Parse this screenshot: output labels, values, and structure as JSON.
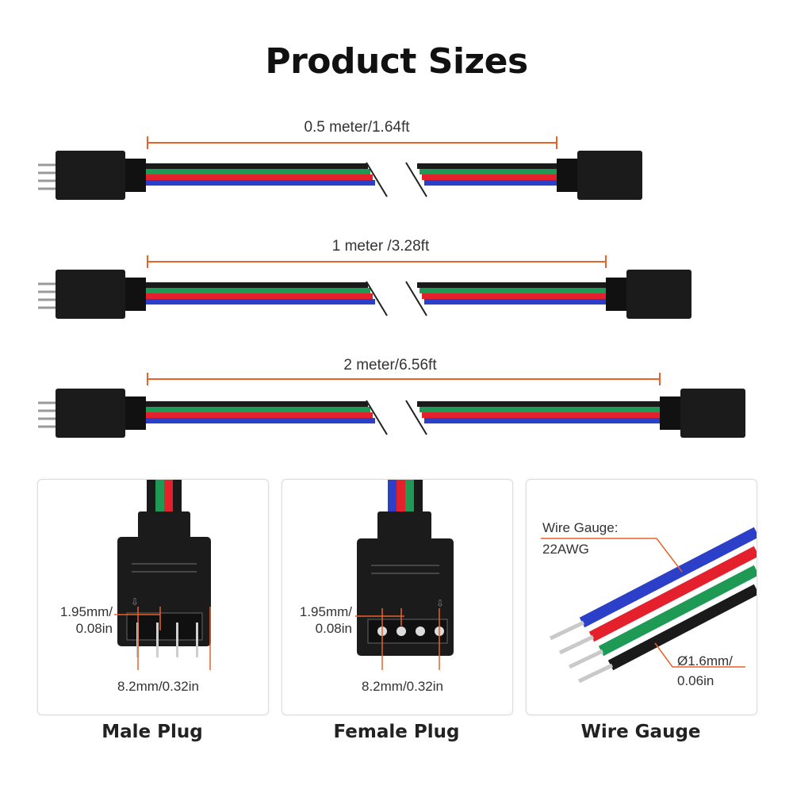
{
  "title": "Product Sizes",
  "cables": [
    {
      "length_label": "0.5 meter/1.64ft"
    },
    {
      "length_label": "1 meter /3.28ft"
    },
    {
      "length_label": "2 meter/6.56ft"
    }
  ],
  "panels": [
    {
      "caption": "Male Plug",
      "pitch_label_line1": "1.95mm/",
      "pitch_label_line2": "0.08in",
      "width_label": "8.2mm/0.32in"
    },
    {
      "caption": "Female Plug",
      "pitch_label_line1": "1.95mm/",
      "pitch_label_line2": "0.08in",
      "width_label": "8.2mm/0.32in"
    },
    {
      "caption": "Wire Gauge",
      "gauge_label_line1": "Wire Gauge:",
      "gauge_label_line2": "22AWG",
      "diameter_label_line1": "Ø1.6mm/",
      "diameter_label_line2": "0.06in"
    }
  ],
  "colors": {
    "accent_line": "#e8622a",
    "wire_black": "#1a1a1a",
    "wire_green": "#1f9a55",
    "wire_red": "#e3202c",
    "wire_blue": "#2b3fc8",
    "connector": "#1b1b1b"
  },
  "icons": [
    "arrow-mark-icon",
    "pin-icon"
  ]
}
